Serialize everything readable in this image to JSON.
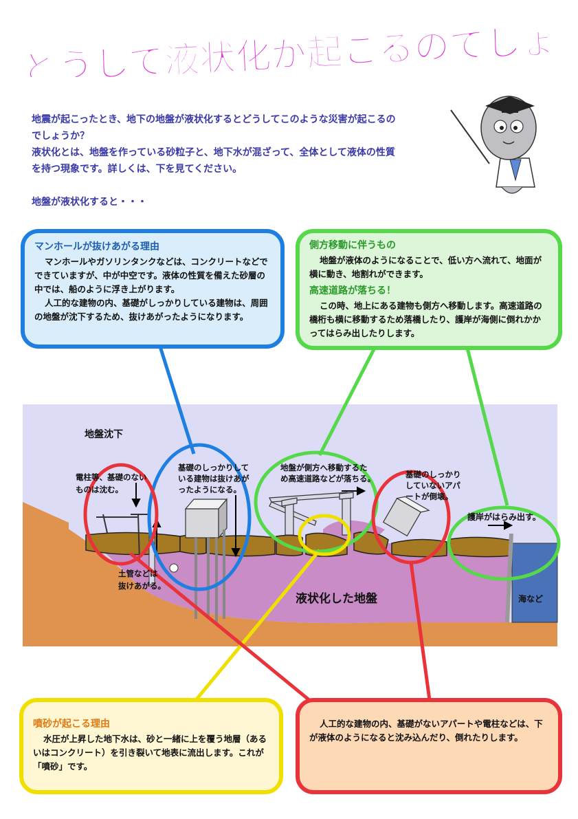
{
  "title": "どうして液状化が起こるのでしょうか？",
  "intro": {
    "p1": "地震が起こったとき、地下の地盤が液状化するとどうしてこのような災害が起こるのでしょうか？",
    "p2": "液状化とは、地盤を作っている砂粒子と、地下水が混ざって、全体として液体の性質を持つ現象です。詳しくは、下を見てください。",
    "p3": "地盤が液状化すると・・・"
  },
  "boxes": {
    "blue": {
      "heading": "マンホールが抜けあがる理由",
      "body1": "マンホールやガソリンタンクなどは、コンクリートなどでできていますが、中が中空です。液体の性質を備えた砂層の中では、船のように浮き上がります。",
      "body2": "人工的な建物の内、基礎がしっかりしている建物は、周囲の地盤が沈下するため、抜けあがったようになります。"
    },
    "green": {
      "heading1": "側方移動に伴うもの",
      "body1": "地盤が液体のようになることで、低い方へ流れて、地面が横に動き、地割れができます。",
      "heading2": "高速道路が落ちる！",
      "body2": "この時、地上にある建物も側方へ移動します。高速道路の橋桁も横に移動するため落橋したり、護岸が海側に倒れかかってはらみ出したりします。"
    },
    "yellow": {
      "heading": "噴砂が起こる理由",
      "body": "水圧が上昇した地下水は、砂と一緒に上を覆う地層（あるいはコンクリート）を引き裂いて地表に流出します。これが「噴砂」です。"
    },
    "red": {
      "body": "人工的な建物の内、基礎がないアパートや電柱などは、下が液体のようになると沈み込んだり、倒れたりします。"
    }
  },
  "diagram": {
    "subsidence": "地盤沈下",
    "pole_l1": "電柱等、基礎のない",
    "pole_l2": "ものは沈む。",
    "pipe_l1": "土管などは",
    "pipe_l2": "抜けあがる。",
    "bldg_l1": "基礎のしっかりして",
    "bldg_l2": "いる建物は抜けあが",
    "bldg_l3": "ったようになる。",
    "hwy_l1": "地盤が側方へ移動するた",
    "hwy_l2": "め高速道路などが落ちる。",
    "apt_l1": "基礎のしっかり",
    "apt_l2": "していないアパ",
    "apt_l3": "ートが倒壊。",
    "seawall": "護岸がはらみ出す。",
    "liquefied": "液状化した地盤",
    "sea": "海など"
  },
  "colors": {
    "title_pink": "#e236d8",
    "blue": "#1f7fe0",
    "green": "#55d84a",
    "yellow": "#f0e000",
    "red": "#e8333a",
    "sky": "#dcdcf7",
    "liquefied": "#c98cc6",
    "soil": "#e0934e",
    "crust": "#a67a22",
    "sea": "#4a72b8"
  }
}
